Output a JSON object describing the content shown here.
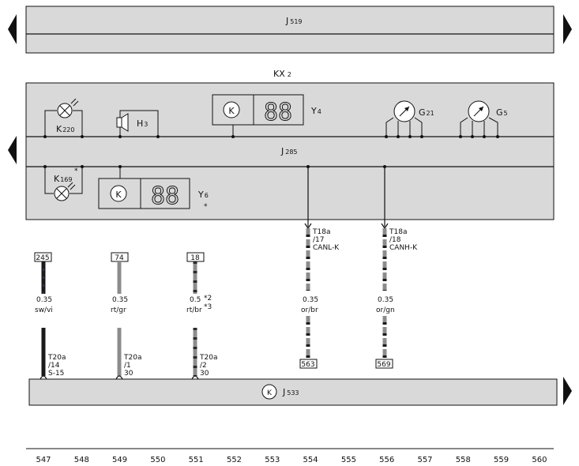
{
  "modules": {
    "j519": {
      "code": "J",
      "sub": "519"
    },
    "kx2": {
      "code": "KX",
      "sub": "2"
    },
    "j285": {
      "code": "J",
      "sub": "285"
    },
    "j533": {
      "code": "J",
      "sub": "533"
    }
  },
  "components": {
    "k220": {
      "code": "K",
      "sub": "220"
    },
    "h3": {
      "code": "H",
      "sub": "3"
    },
    "y4": {
      "code": "Y",
      "sub": "4"
    },
    "g21": {
      "code": "G",
      "sub": "21"
    },
    "g5": {
      "code": "G",
      "sub": "5"
    },
    "k169": {
      "code": "K",
      "sub": "169",
      "note": "*"
    },
    "y6": {
      "code": "Y",
      "sub": "6",
      "note": "*"
    },
    "k_symbol": "K",
    "display_digits": "88"
  },
  "wires": [
    {
      "id": "w547",
      "ref": "245",
      "size": "0.35",
      "color": "sw/vi",
      "connector": "T20a",
      "pin": "/14",
      "signal": "S-15",
      "notes": []
    },
    {
      "id": "w549",
      "ref": "74",
      "size": "0.35",
      "color": "rt/gr",
      "connector": "T20a",
      "pin": "/1",
      "signal": "30",
      "notes": []
    },
    {
      "id": "w551",
      "ref": "18",
      "size": "0.5",
      "color": "rt/br",
      "connector": "T20a",
      "pin": "/2",
      "signal": "30",
      "notes": [
        "*2",
        "*3"
      ]
    },
    {
      "id": "w554",
      "ref": "563",
      "size": "0.35",
      "color": "or/br",
      "connector": "T18a",
      "pin": "/17",
      "signal": "CANL-K",
      "notes": []
    },
    {
      "id": "w556",
      "ref": "569",
      "size": "0.35",
      "color": "or/gn",
      "connector": "T18a",
      "pin": "/18",
      "signal": "CANH-K",
      "notes": []
    }
  ],
  "grid_numbers": [
    "547",
    "548",
    "549",
    "550",
    "551",
    "552",
    "553",
    "554",
    "555",
    "556",
    "557",
    "558",
    "559",
    "560"
  ],
  "colors": {
    "module_fill": "#d9d9d9",
    "line": "#111111",
    "wire_dark": "#1a1a1a",
    "wire_gray": "#8c8c8c"
  }
}
